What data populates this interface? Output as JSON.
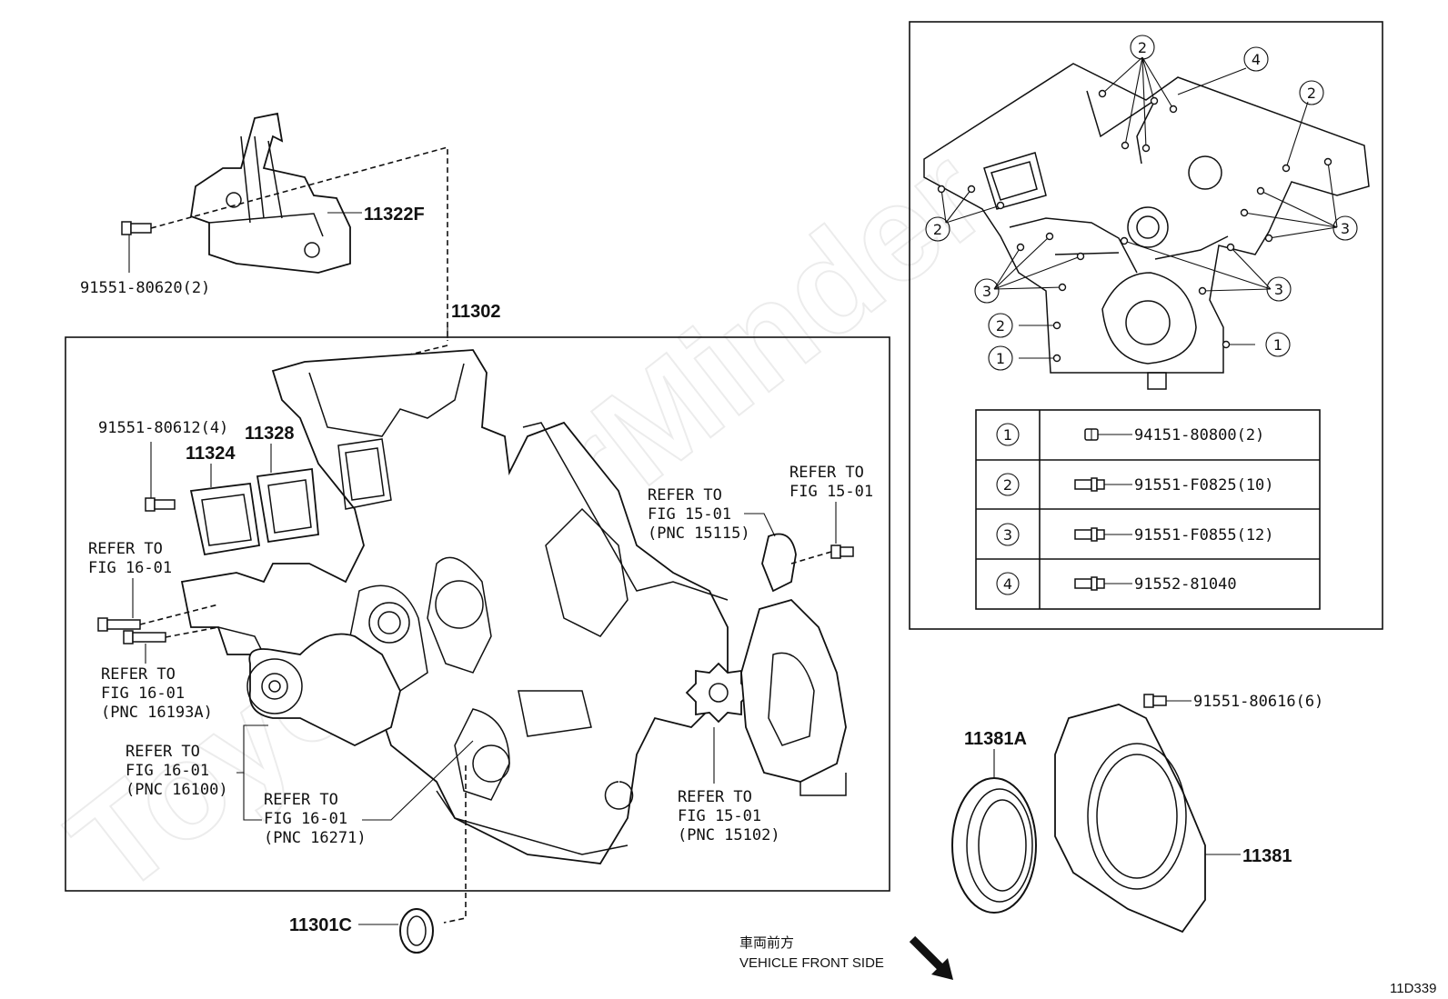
{
  "labels": {
    "front_cover": "11302",
    "bracket": "11322F",
    "bracket_bolt": "91551-80620(2)",
    "cover_bolt": "91551-80612(4)",
    "gasket": "11328",
    "plate": "11324",
    "refer_15_01_top_right": [
      "REFER TO",
      "FIG 15-01"
    ],
    "refer_15_01_pnc_15115": [
      "REFER TO",
      "FIG 15-01",
      "(PNC 15115)"
    ],
    "refer_16_01_upper": [
      "REFER TO",
      "FIG 16-01"
    ],
    "refer_16_01_pnc_16193a": [
      "REFER TO",
      "FIG 16-01",
      "(PNC 16193A)"
    ],
    "refer_16_01_pnc_16100": [
      "REFER TO",
      "FIG 16-01",
      "(PNC 16100)"
    ],
    "refer_16_01_pnc_16271": [
      "REFER TO",
      "FIG 16-01",
      "(PNC 16271)"
    ],
    "refer_15_01_pnc_15102": [
      "REFER TO",
      "FIG 15-01",
      "(PNC 15102)"
    ],
    "front_seal": "11301C",
    "rear_seal": "11381A",
    "rear_retainer": "11381",
    "retainer_bolt": "91551-80616(6)",
    "direction_jp": "車両前方",
    "direction_en": "VEHICLE FRONT SIDE",
    "figure_id": "11D339"
  },
  "callout_markers": [
    "1",
    "2",
    "3",
    "4"
  ],
  "bolt_table": {
    "rows": [
      {
        "marker": "1",
        "part_no": "94151-80800(2)",
        "icon": "flange-nut-icon"
      },
      {
        "marker": "2",
        "part_no": "91551-F0825(10)",
        "icon": "flange-bolt-icon"
      },
      {
        "marker": "3",
        "part_no": "91551-F0855(12)",
        "icon": "flange-bolt-icon"
      },
      {
        "marker": "4",
        "part_no": "91552-81040",
        "icon": "flange-bolt-icon"
      }
    ]
  },
  "watermark": "ToyotaCarMinder"
}
